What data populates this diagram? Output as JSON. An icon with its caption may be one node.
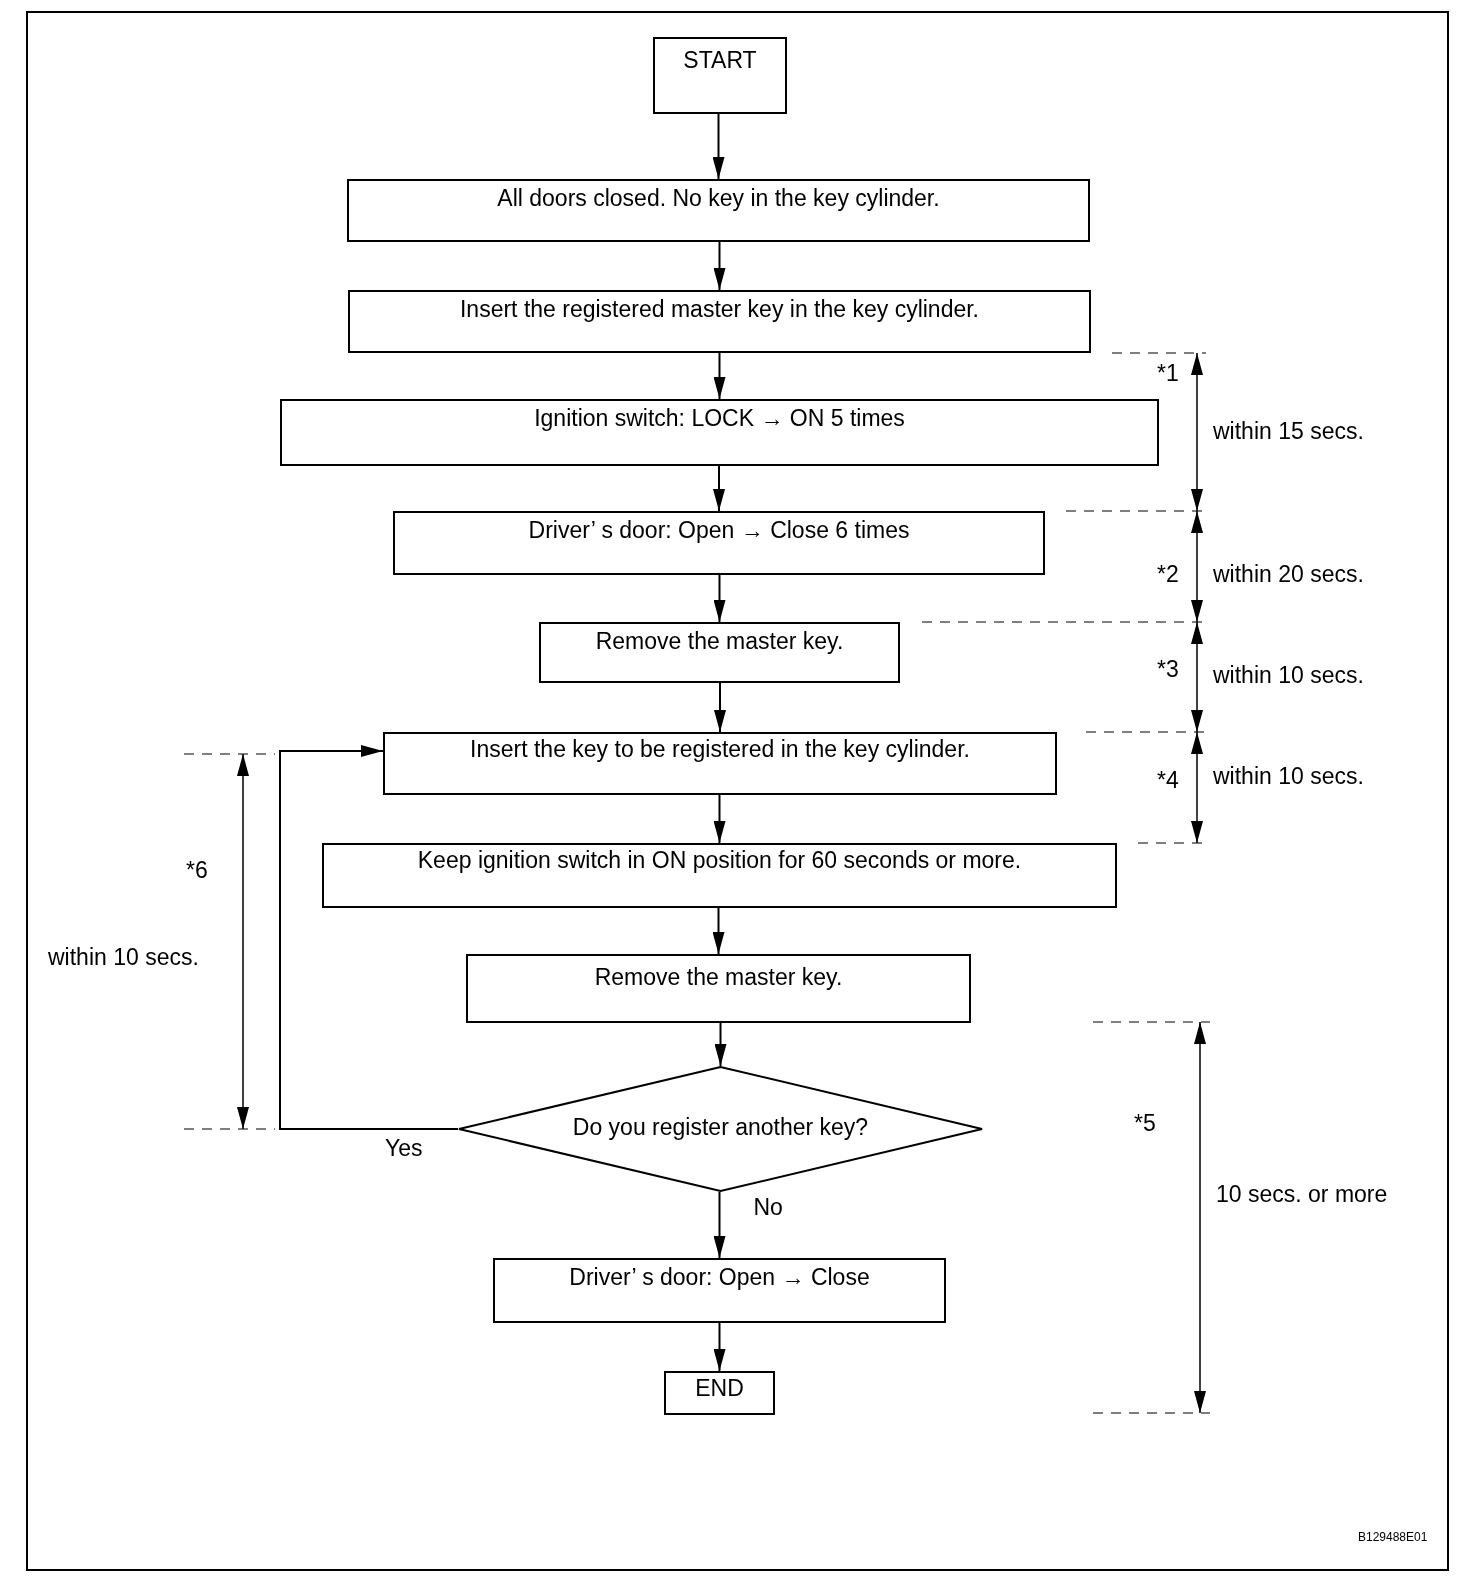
{
  "diagram": {
    "nodes": [
      {
        "text": [
          "START"
        ]
      },
      {
        "text": [
          "All doors closed. No key in the key cylinder."
        ]
      },
      {
        "text": [
          "Insert the registered master key in the key cylinder."
        ]
      },
      {
        "text": [
          "Ignition switch: LOCK → ON 5 times"
        ]
      },
      {
        "text": [
          "Driver’ s door: Open → Close 6 times"
        ]
      },
      {
        "text": [
          "Remove the master key."
        ]
      },
      {
        "text": [
          "Insert the key to be registered in the key cylinder."
        ]
      },
      {
        "text": [
          "Keep ignition switch in ON position for 60 seconds or more."
        ]
      },
      {
        "text": [
          "Remove the master key."
        ]
      },
      {
        "text": [
          "Do you register another key?"
        ]
      },
      {
        "text": [
          "Driver’ s door: Open → Close"
        ]
      },
      {
        "text": [
          "END"
        ]
      }
    ],
    "edges": [
      {
        "from": 0,
        "to": 1,
        "arrow": "to"
      },
      {
        "from": 1,
        "to": 2,
        "arrow": "to"
      },
      {
        "from": 2,
        "to": 3,
        "arrow": "to"
      },
      {
        "from": 3,
        "to": 4,
        "arrow": "to"
      },
      {
        "from": 4,
        "to": 5,
        "arrow": "to"
      },
      {
        "from": 5,
        "to": 6,
        "arrow": "to"
      },
      {
        "from": 6,
        "to": 7,
        "arrow": "to"
      },
      {
        "from": 7,
        "to": 8,
        "arrow": "to"
      },
      {
        "from": 8,
        "to": 9,
        "arrow": "to"
      },
      {
        "from": 9,
        "to": 6,
        "arrow": "to",
        "label": "Yes"
      },
      {
        "from": 9,
        "to": 10,
        "arrow": "to",
        "label": "No"
      },
      {
        "from": 10,
        "to": 11,
        "arrow": "to"
      }
    ],
    "labels": [
      "*1",
      "within 15 secs.",
      "*2",
      "within 20 secs.",
      "*3",
      "within 10 secs.",
      "*6",
      "*4",
      "within 10 secs.",
      "within 10 secs.",
      "*5",
      "10 secs. or more",
      "B129488E01"
    ]
  }
}
